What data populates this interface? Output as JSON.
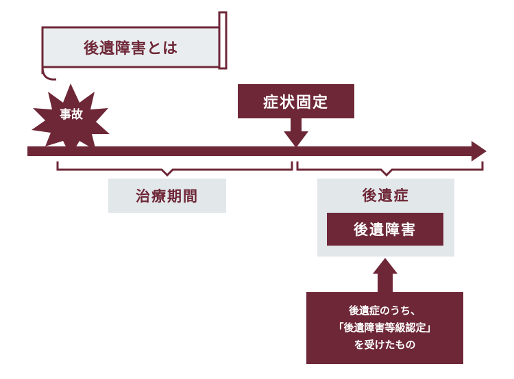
{
  "title": "後遺障害とは",
  "accident_label": "事故",
  "fixed_label": "症状固定",
  "treatment_label": "治療期間",
  "sequelae_label": "後遺症",
  "disability_label": "後遺障害",
  "note_lines": [
    "後遺症のうち、",
    "「後遺障害等級認定」",
    "を受けたもの"
  ],
  "colors": {
    "primary": "#6e2737",
    "light_panel": "#e2e7ea",
    "banner_fill": "#e9edf0"
  },
  "icons": {
    "accident": "starburst-icon",
    "banner": "scroll-banner-icon",
    "fixed_pointer": "arrow-down-icon",
    "note_pointer": "arrow-up-icon",
    "timeline": "timeline-arrow-icon"
  }
}
